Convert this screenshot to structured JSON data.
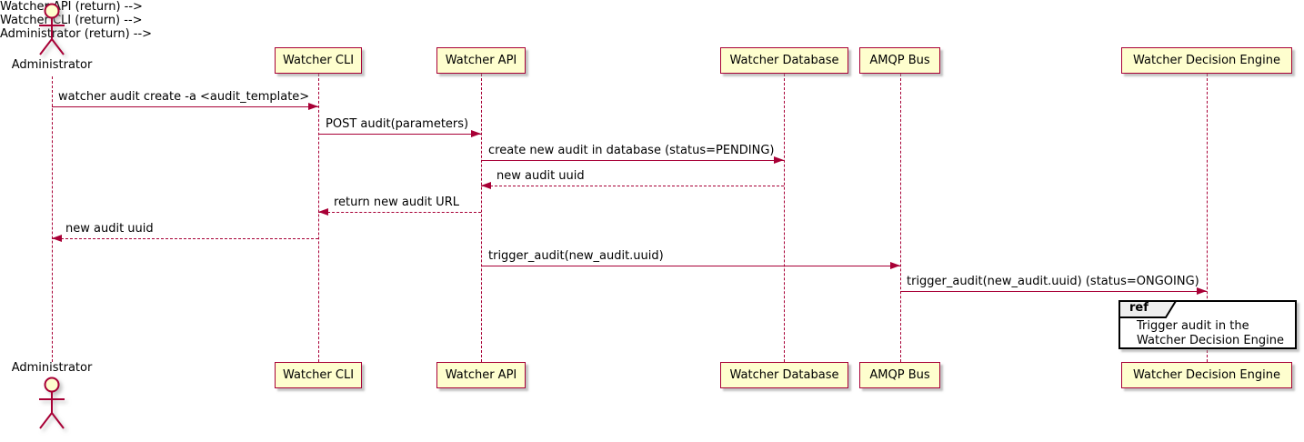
{
  "diagram_type": "uml-sequence",
  "actor": {
    "label": "Administrator"
  },
  "participants": [
    {
      "label": "Watcher CLI"
    },
    {
      "label": "Watcher API"
    },
    {
      "label": "Watcher Database"
    },
    {
      "label": "AMQP Bus"
    },
    {
      "label": "Watcher Decision Engine"
    }
  ],
  "messages": [
    {
      "from": "Administrator",
      "to": "Watcher CLI",
      "label": "watcher audit create -a <audit_template>",
      "style": "solid"
    },
    {
      "from": "Watcher CLI",
      "to": "Watcher API",
      "label": "POST audit(parameters)",
      "style": "solid"
    },
    {
      "from": "Watcher API",
      "to": "Watcher Database",
      "label": "create new audit in database (status=PENDING)",
      "style": "solid"
    },
    {
      "from": "Watcher Database",
      "to": "Watcher API",
      "label": "new audit uuid",
      "style": "dashed"
    },
    {
      "from": "Watcher API",
      "to": "Watcher CLI",
      "label": "return new audit URL",
      "style": "dashed"
    },
    {
      "from": "Watcher CLI",
      "to": "Administrator",
      "label": "new audit uuid",
      "style": "dashed"
    },
    {
      "from": "Watcher API",
      "to": "AMQP Bus",
      "label": "trigger_audit(new_audit.uuid)",
      "style": "solid"
    },
    {
      "from": "AMQP Bus",
      "to": "Watcher Decision Engine",
      "label": "trigger_audit(new_audit.uuid) (status=ONGOING)",
      "style": "solid"
    }
  ],
  "ref": {
    "keyword": "ref",
    "line1": "Trigger audit in the",
    "line2": "Watcher Decision Engine"
  },
  "colors": {
    "participant_fill": "#FEFECE",
    "participant_border": "#A80036",
    "arrow": "#A80036",
    "lifeline": "#A80036",
    "text": "#000000",
    "ref_border": "#000000",
    "ref_tab_fill": "#EEEEEE"
  }
}
